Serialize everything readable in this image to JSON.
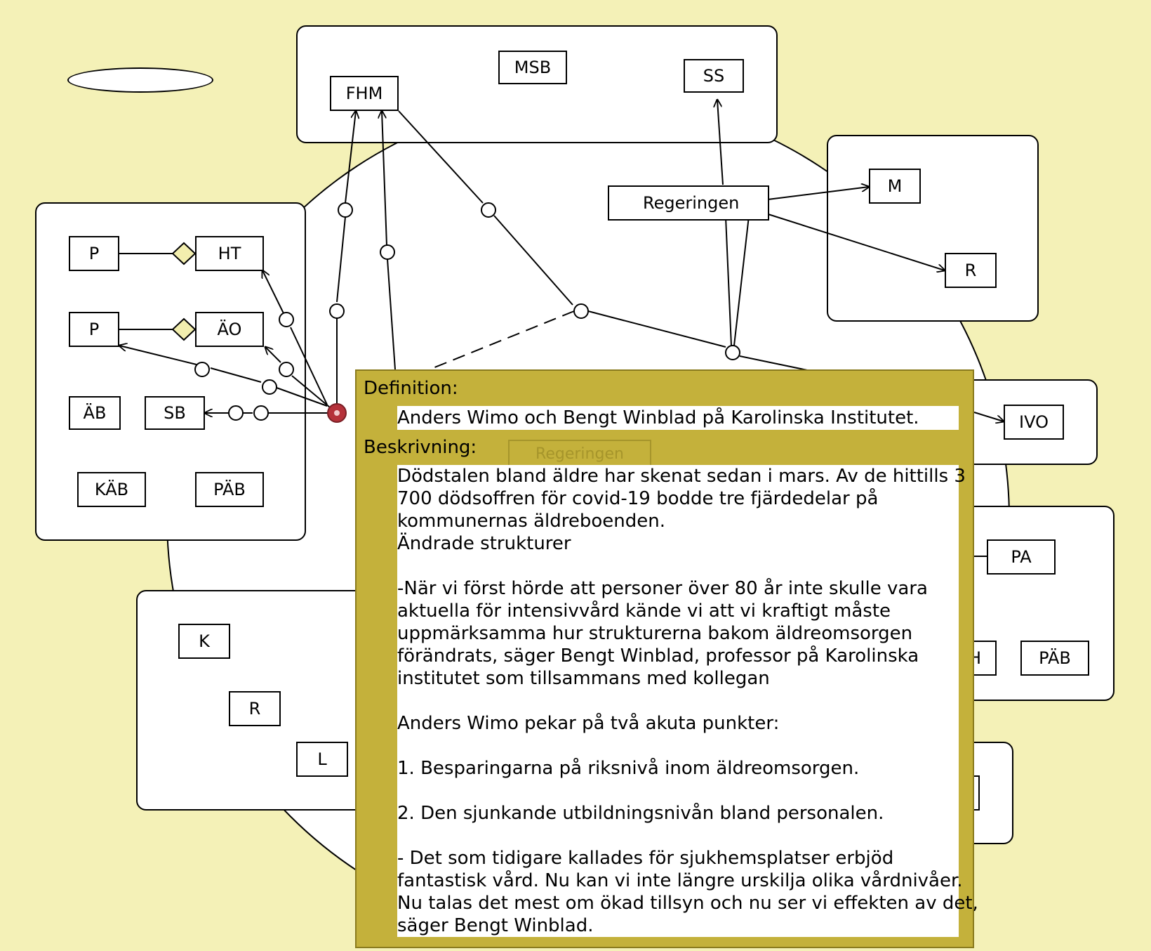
{
  "nodes": {
    "fhm": "FHM",
    "msb": "MSB",
    "ss": "SS",
    "regeringen": "Regeringen",
    "m": "M",
    "r_right": "R",
    "p1": "P",
    "ht": "HT",
    "p2": "P",
    "ao": "ÄO",
    "ab": "ÄB",
    "sb": "SB",
    "kab": "KÄB",
    "pab_left": "PÄB",
    "ivo": "IVO",
    "pa": "PA",
    "pab_right": "PÄB",
    "h_partial": "H",
    "k": "K",
    "r_bottom": "R",
    "l": "L",
    "ghost_regeringen": "Regeringen"
  },
  "popup": {
    "definition_label": "Definition:",
    "definition_text": "Anders Wimo och Bengt Winblad på Karolinska Institutet.",
    "description_label": "Beskrivning:",
    "description_lines": [
      "Dödstalen bland äldre har skenat sedan i mars. Av de hittills 3",
      "700 dödsoffren för covid-19 bodde tre fjärdedelar på",
      "kommunernas äldreboenden.",
      "Ändrade strukturer",
      "",
      "-När vi först hörde att personer över 80 år inte skulle vara",
      "aktuella för intensivvård kände vi att vi kraftigt måste",
      "uppmärksamma hur strukturerna bakom äldreomsorgen",
      "förändrats, säger Bengt Winblad, professor på Karolinska",
      "institutet som tillsammans med kollegan",
      "",
      "Anders Wimo pekar på två akuta punkter:",
      "",
      "1. Besparingarna på riksnivå inom äldreomsorgen.",
      "",
      "2. Den sjunkande utbildningsnivån bland personalen.",
      "",
      "- Det som tidigare kallades för sjukhemsplatser erbjöd",
      "fantastisk vård. Nu kan vi inte längre urskilja olika vårdnivåer.",
      "Nu talas det mest om ökad tillsyn och nu ser vi effekten av det,",
      "säger Bengt Winblad."
    ]
  },
  "colors": {
    "background": "#f4f1b7",
    "popup": "#c4b13b",
    "diamond": "#f2eeae",
    "selected_node": "#b5313a"
  }
}
